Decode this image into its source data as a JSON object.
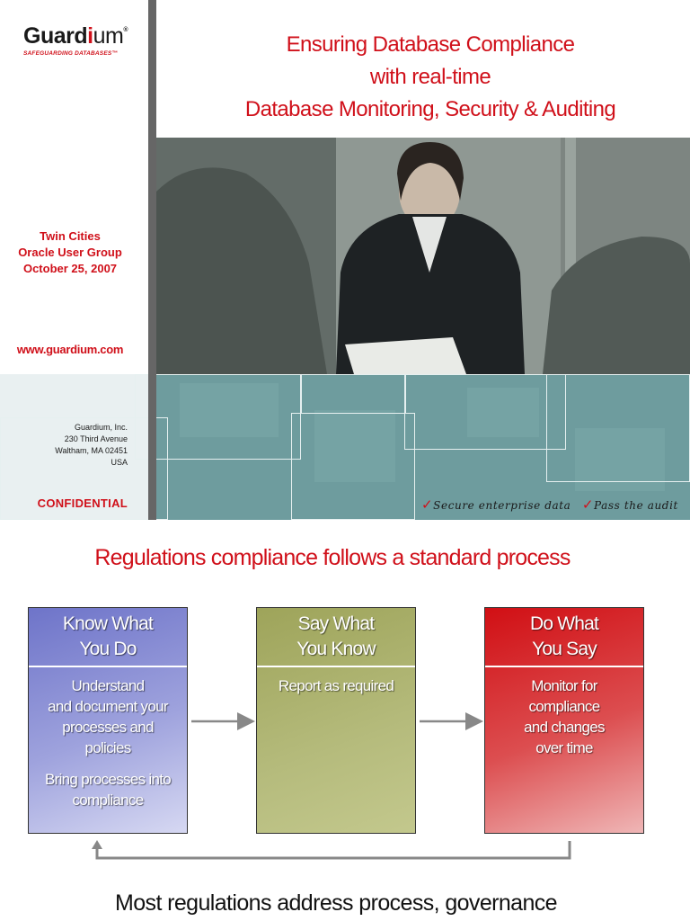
{
  "slide1": {
    "logo": {
      "word_bold": "Guard",
      "word_dot": "i",
      "word_light": "um",
      "trademark": "®",
      "tagline": "SAFEGUARDING DATABASES™"
    },
    "title_lines": [
      "Ensuring Database Compliance",
      "with real-time",
      "Database Monitoring, Security & Auditing"
    ],
    "event_lines": [
      "Twin Cities",
      "Oracle User Group",
      "October 25, 2007"
    ],
    "website": "www.guardium.com",
    "address_lines": [
      "Guardium, Inc.",
      "230 Third Avenue",
      "Waltham, MA 02451",
      "USA"
    ],
    "confidential": "CONFIDENTIAL",
    "checkmarks": [
      {
        "mark": "✓",
        "text": "Secure enterprise data"
      },
      {
        "mark": "✓",
        "text": "Pass the audit"
      }
    ]
  },
  "slide2": {
    "title": "Regulations compliance follows a standard process",
    "boxes": [
      {
        "title_lines": [
          "Know What",
          "You Do"
        ],
        "paragraphs": [
          [
            "Understand",
            "and document your",
            "processes and",
            "policies"
          ],
          [
            "Bring processes into",
            "compliance"
          ]
        ]
      },
      {
        "title_lines": [
          "Say What",
          "You Know"
        ],
        "paragraphs": [
          [
            "Report as required"
          ]
        ]
      },
      {
        "title_lines": [
          "Do What",
          "You Say"
        ],
        "paragraphs": [
          [
            "Monitor for",
            "compliance",
            "and changes",
            "over time"
          ]
        ]
      }
    ],
    "bottom_text": "Most regulations address process, governance"
  },
  "colors": {
    "brand_red": "#d0101a",
    "teal_panel": "#6e9c9e",
    "box_know": "#7d82cf",
    "box_say": "#abb06c",
    "box_do": "#d92a2e",
    "arrow_gray": "#888888"
  }
}
